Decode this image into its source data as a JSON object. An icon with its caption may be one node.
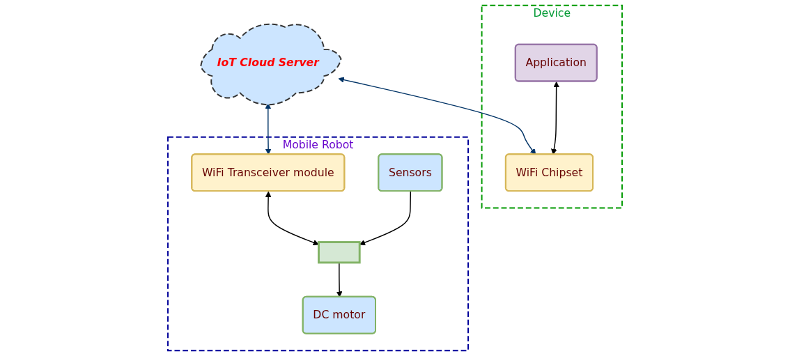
{
  "diagram": {
    "nodes": [
      {
        "text": [
          "IoT Cloud Server"
        ]
      },
      {
        "text": [
          "Device"
        ]
      },
      {
        "text": [
          "Application"
        ],
        "in": 1
      },
      {
        "text": [
          "WiFi Chipset"
        ],
        "in": 1
      },
      {
        "text": [
          "Mobile Robot"
        ]
      },
      {
        "text": [
          "WiFi Transceiver module"
        ],
        "in": 4
      },
      {
        "text": [],
        "shape": "box",
        "in": 4
      },
      {
        "text": [
          "DC motor"
        ],
        "in": 4
      },
      {
        "text": [
          "Sensors"
        ],
        "in": 4
      }
    ],
    "edges": [
      {
        "from": 0,
        "to": 3,
        "arrow": "both",
        "color": "#003366"
      },
      {
        "from": 0,
        "to": 5,
        "arrow": "both",
        "color": "#003366"
      },
      {
        "from": 2,
        "to": 3,
        "arrow": "both"
      },
      {
        "from": 5,
        "to": 6,
        "arrow": "both"
      },
      {
        "from": 6,
        "to": 7,
        "arrow": "to"
      },
      {
        "from": 8,
        "to": 6,
        "arrow": "to"
      }
    ]
  }
}
